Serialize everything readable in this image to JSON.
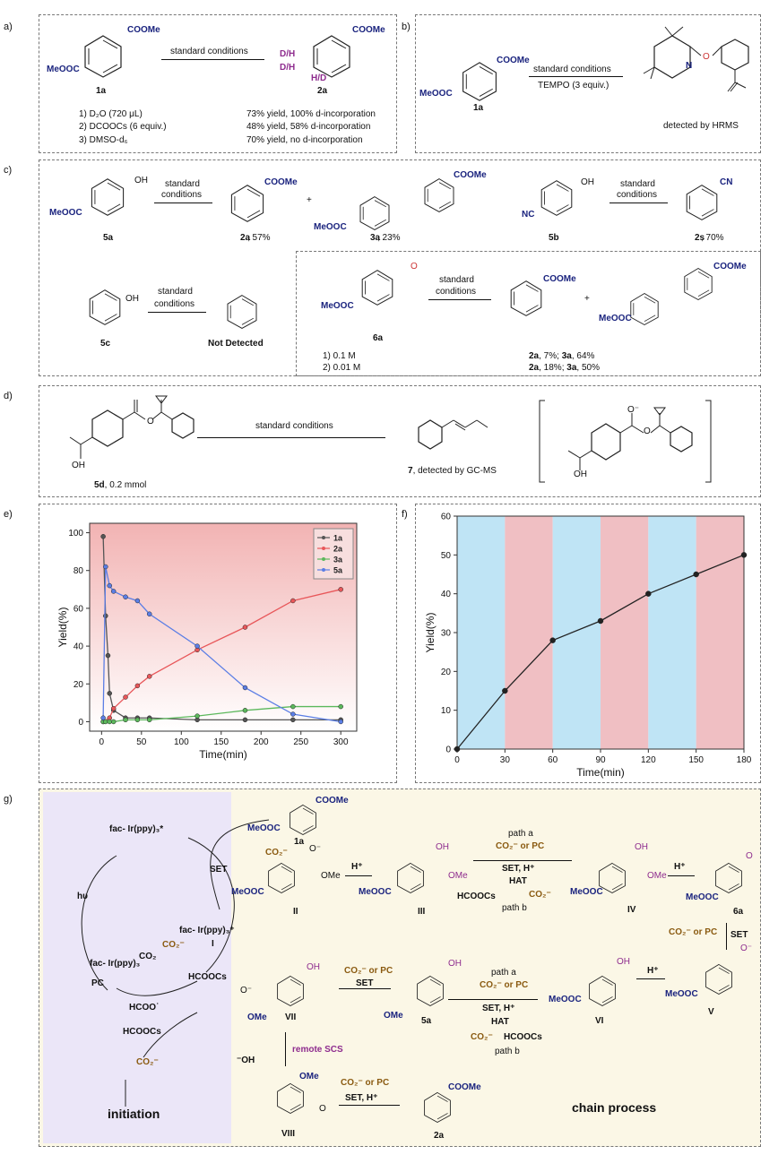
{
  "panels": {
    "a": "a)",
    "b": "b)",
    "c": "c)",
    "d": "d)",
    "e": "e)",
    "f": "f)",
    "g": "g)"
  },
  "a": {
    "sub": "COOMe",
    "ester": "MeOOC",
    "reagent": "1a",
    "arrow": "standard conditions",
    "product": "2a",
    "dh1": "D/H",
    "dh2": "D/H",
    "hd": "H/D",
    "p_sub": "COOMe",
    "cond": [
      "1) D₂O (720 μL)",
      "2) DCOOCs (6 equiv.)",
      "3) DMSO-d₆"
    ],
    "results": [
      "73% yield, 100% d-incorporation",
      "48% yield, 58% d-incorporation",
      "70% yield, no d-incorporation"
    ]
  },
  "b": {
    "sub": "COOMe",
    "ester": "MeOOC",
    "reagent": "1a",
    "arrow1": "standard conditions",
    "arrow2": "TEMPO (3 equiv.)",
    "n": "N",
    "o": "O",
    "detected": "detected by HRMS"
  },
  "c": {
    "ester1": "MeOOC",
    "oh1": "OH",
    "label5a": "5a",
    "arrowA1": "standard",
    "arrowA2": "conditions",
    "p2a_sub": "COOMe",
    "label2a": "2a",
    "yield2a": ", 57%",
    "plus": "+",
    "p3a_sub": "COOMe",
    "p3a_ester": "MeOOC",
    "label3a": "3a",
    "yield3a": ", 23%",
    "nc": "NC",
    "oh2": "OH",
    "label5b": "5b",
    "arrowB1": "standard",
    "arrowB2": "conditions",
    "cn": "CN",
    "label2s": "2s",
    "yield2s": ", 70%",
    "oh3": "OH",
    "label5c": "5c",
    "arrowC1": "standard",
    "arrowC2": "conditions",
    "nd": "Not Detected",
    "ester6": "MeOOC",
    "o6": "O",
    "label6a": "6a",
    "arrowD1": "standard",
    "arrowD2": "conditions",
    "p6_sub": "COOMe",
    "plus2": "+",
    "p6_sub2": "COOMe",
    "p6_ester": "MeOOC",
    "conc": [
      "1) 0.1 M",
      "2) 0.01 M"
    ],
    "res6": [
      {
        "l1": "2a",
        "y1": ", 7%;",
        "l2": "3a",
        "y2": ", 64%"
      },
      {
        "l1": "2a",
        "y1": ", 18%;",
        "l2": "3a",
        "y2": ", 50%"
      }
    ]
  },
  "d": {
    "oh": "OH",
    "o": "O",
    "label5d": "5d",
    "amt": ", 0.2 mmol",
    "arrow": "standard conditions",
    "label7": "7",
    "det": ", detected by GC-MS",
    "oh2": "OH",
    "o2": "O",
    "ominus": "O⁻"
  },
  "chart_data": [
    {
      "type": "line",
      "xlabel": "Time(min)",
      "ylabel": "Yield(%)",
      "xlim": [
        -15,
        320
      ],
      "ylim": [
        -5,
        105
      ],
      "xticks": [
        0,
        50,
        100,
        150,
        200,
        250,
        300
      ],
      "yticks": [
        0,
        20,
        40,
        60,
        80,
        100
      ],
      "legend_position": "top-right",
      "background": "pink gradient",
      "series": [
        {
          "name": "1a",
          "color": "#555555",
          "x": [
            2,
            5,
            8,
            10,
            15,
            30,
            45,
            60,
            120,
            180,
            240,
            300
          ],
          "y": [
            98,
            56,
            35,
            15,
            6,
            2,
            2,
            2,
            1,
            1,
            1,
            1
          ]
        },
        {
          "name": "2a",
          "color": "#e8575a",
          "x": [
            2,
            10,
            15,
            30,
            45,
            60,
            120,
            180,
            240,
            300
          ],
          "y": [
            0,
            2,
            7,
            13,
            19,
            24,
            38,
            50,
            64,
            70
          ]
        },
        {
          "name": "3a",
          "color": "#5cb85c",
          "x": [
            2,
            5,
            10,
            15,
            30,
            45,
            60,
            120,
            180,
            240,
            300
          ],
          "y": [
            0,
            0,
            0,
            0,
            1,
            1,
            1,
            3,
            6,
            8,
            8
          ]
        },
        {
          "name": "5a",
          "color": "#5b7ee5",
          "x": [
            2,
            5,
            10,
            15,
            30,
            45,
            60,
            120,
            180,
            240,
            300
          ],
          "y": [
            2,
            82,
            72,
            69,
            66,
            64,
            57,
            40,
            18,
            4,
            0
          ]
        }
      ]
    },
    {
      "type": "line",
      "xlabel": "Time(min)",
      "ylabel": "Yield(%)",
      "xlim": [
        0,
        180
      ],
      "ylim": [
        0,
        60
      ],
      "xticks": [
        0,
        30,
        60,
        90,
        120,
        150,
        180
      ],
      "yticks": [
        0,
        10,
        20,
        30,
        40,
        50,
        60
      ],
      "light_bands": [
        [
          0,
          30,
          "on"
        ],
        [
          30,
          60,
          "off"
        ],
        [
          60,
          90,
          "on"
        ],
        [
          90,
          120,
          "off"
        ],
        [
          120,
          150,
          "on"
        ],
        [
          150,
          180,
          "off"
        ]
      ],
      "band_colors": {
        "on": "#bfe4f5",
        "off": "#f0bfc3"
      },
      "series": [
        {
          "name": "",
          "color": "#222222",
          "x": [
            0,
            30,
            60,
            90,
            120,
            150,
            180
          ],
          "y": [
            0,
            15,
            28,
            33,
            40,
            45,
            50
          ]
        }
      ]
    }
  ],
  "g": {
    "ir_star": "fac- Ir(ppy)₃*",
    "set": "SET",
    "hv": "hυ",
    "ir_plus": "fac- Ir(ppy)₃⁺",
    "i": "I",
    "co2rad": "CO₂⁻",
    "co2": "CO₂",
    "ir": "fac- Ir(ppy)₃",
    "pc": "PC",
    "hcoocs1": "HCOOCs",
    "hcoo": "HCOO˙",
    "hcoocs2": "HCOOCs",
    "co2rad2": "CO₂⁻",
    "initiation": "initiation",
    "chain": "chain process",
    "ester": "MeOOC",
    "coome": "COOMe",
    "label1a": "1a",
    "co2rad3": "CO₂⁻",
    "ominus": "O⁻",
    "ome": "OMe",
    "ii": "II",
    "hplus1": "H⁺",
    "oh": "OH",
    "ome2": "OMe",
    "iii": "III",
    "patha": "path a",
    "co2pc": "CO₂⁻ or  PC",
    "seth": "SET, H⁺",
    "hat": "HAT",
    "hcoocs3": "HCOOCs",
    "co2rad4": "CO₂⁻",
    "pathb": "path b",
    "oh2": "OH",
    "ome3": "OMe",
    "iv": "IV",
    "hplus2": "H⁺",
    "o6a": "O",
    "label6a": "6a",
    "co2pc2": "CO₂⁻ or  PC",
    "set2": "SET",
    "ominus2": "O⁻",
    "v": "V",
    "hplus3": "H⁺",
    "oh3": "OH",
    "vi": "VI",
    "patha2": "path a",
    "co2pc3": "CO₂⁻ or  PC",
    "seth2": "SET,  H⁺",
    "hat2": "HAT",
    "co2rad5": "CO₂⁻",
    "hcoocs4": "HCOOCs",
    "pathb2": "path b",
    "oh4": "OH",
    "ome4": "OMe",
    "label5a": "5a",
    "co2pc4": "CO₂⁻ or  PC",
    "set3": "SET",
    "oh5": "OH",
    "ominus3": "O⁻",
    "ome5": "OMe",
    "vii": "VII",
    "remote": "remote SCS",
    "ohminus": "⁻OH",
    "ome6": "OMe",
    "o8": "O",
    "viii": "VIII",
    "co2pc5": "CO₂⁻ or  PC",
    "seth3": "SET,  H⁺",
    "coome2": "COOMe",
    "label2a": "2a"
  }
}
